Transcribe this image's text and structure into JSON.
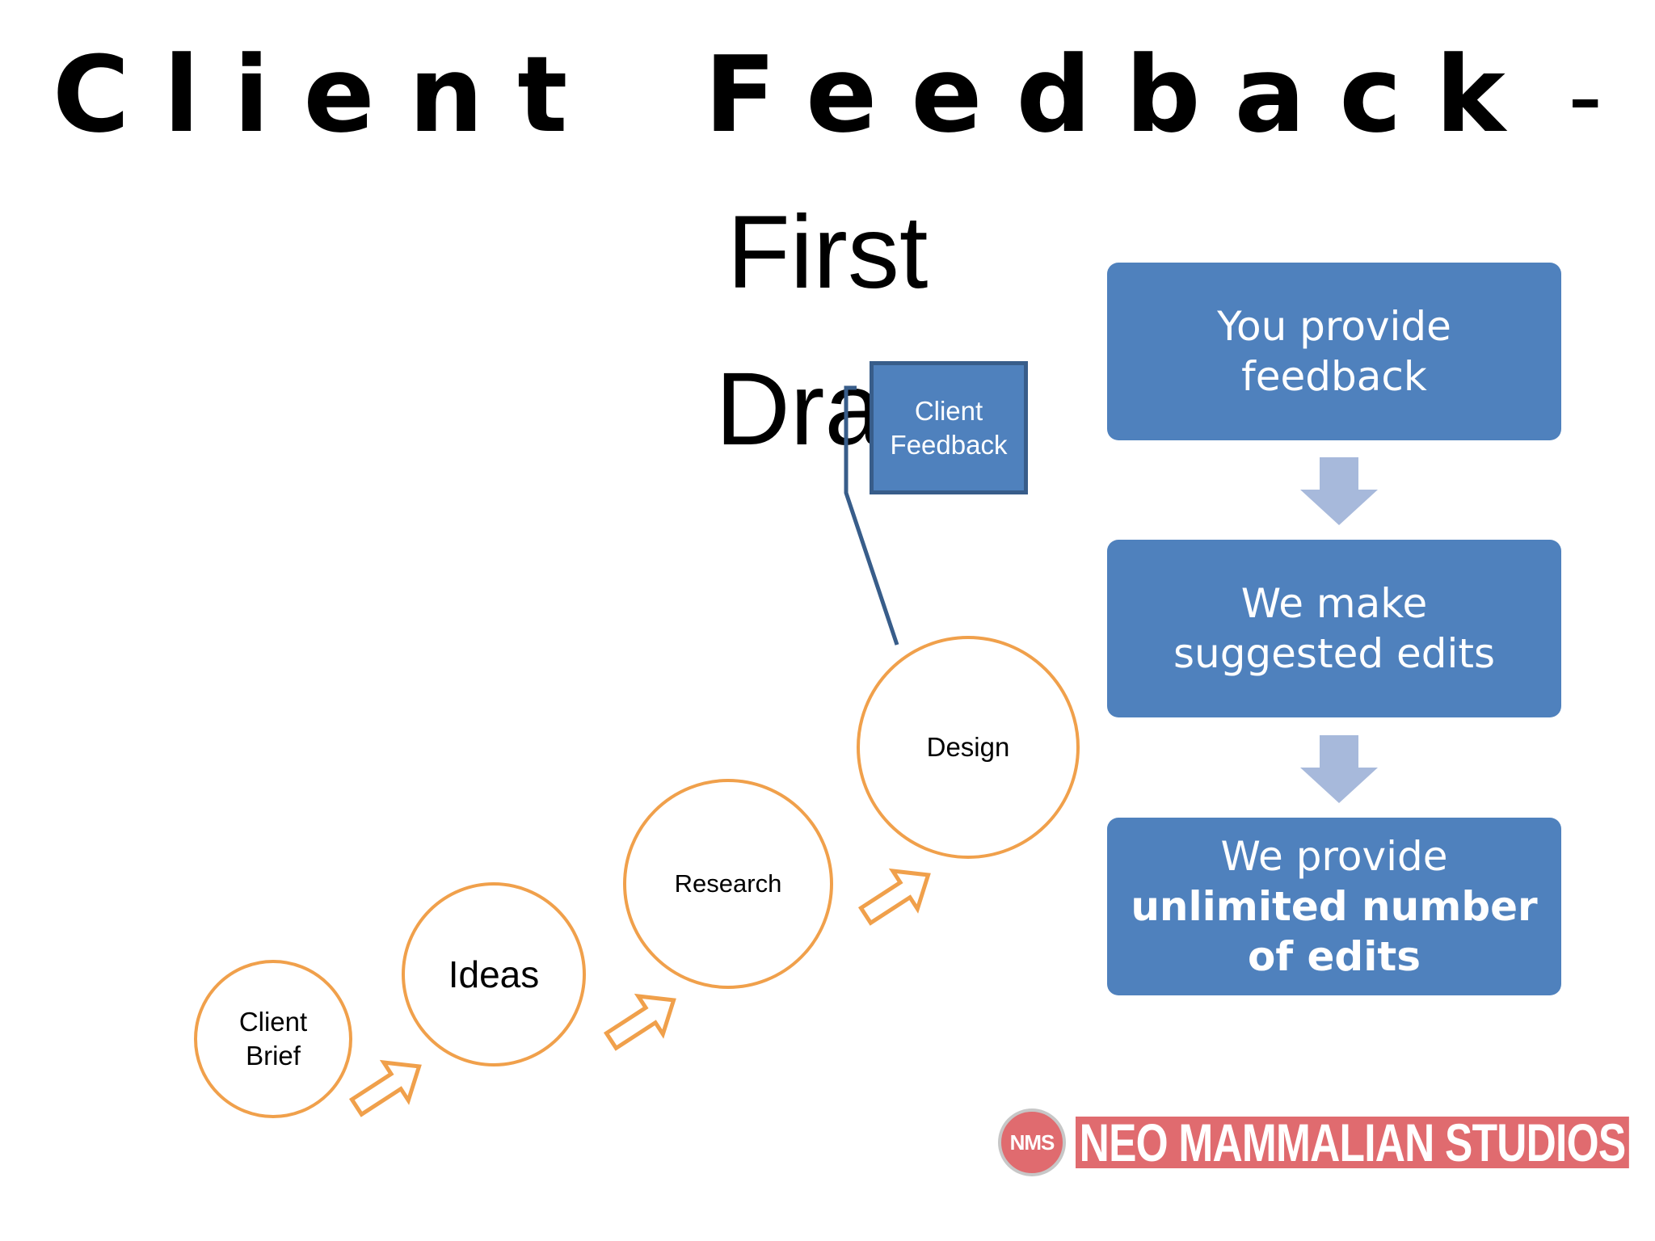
{
  "title": {
    "bold_part": "Client Feedback",
    "thin_part": " - First",
    "line2": "Draft"
  },
  "steps": {
    "brief": "Client Brief",
    "ideas": "Ideas",
    "research": "Research",
    "design": "Design"
  },
  "callout": "Client Feedback",
  "feedback_flow": {
    "step1": "You provide feedback",
    "step2": "We make suggested edits",
    "step3_normal": "We provide ",
    "step3_bold": "unlimited number of edits"
  },
  "logo": {
    "badge": "NMS",
    "name": "NEO MAMMALIAN STUDIOS"
  },
  "colors": {
    "box_fill": "#4f81bd",
    "circle_border": "#f0a04b",
    "arrow_fill": "#a7b9db",
    "callout_border": "#385d8a",
    "logo_red": "#e06b6f"
  }
}
